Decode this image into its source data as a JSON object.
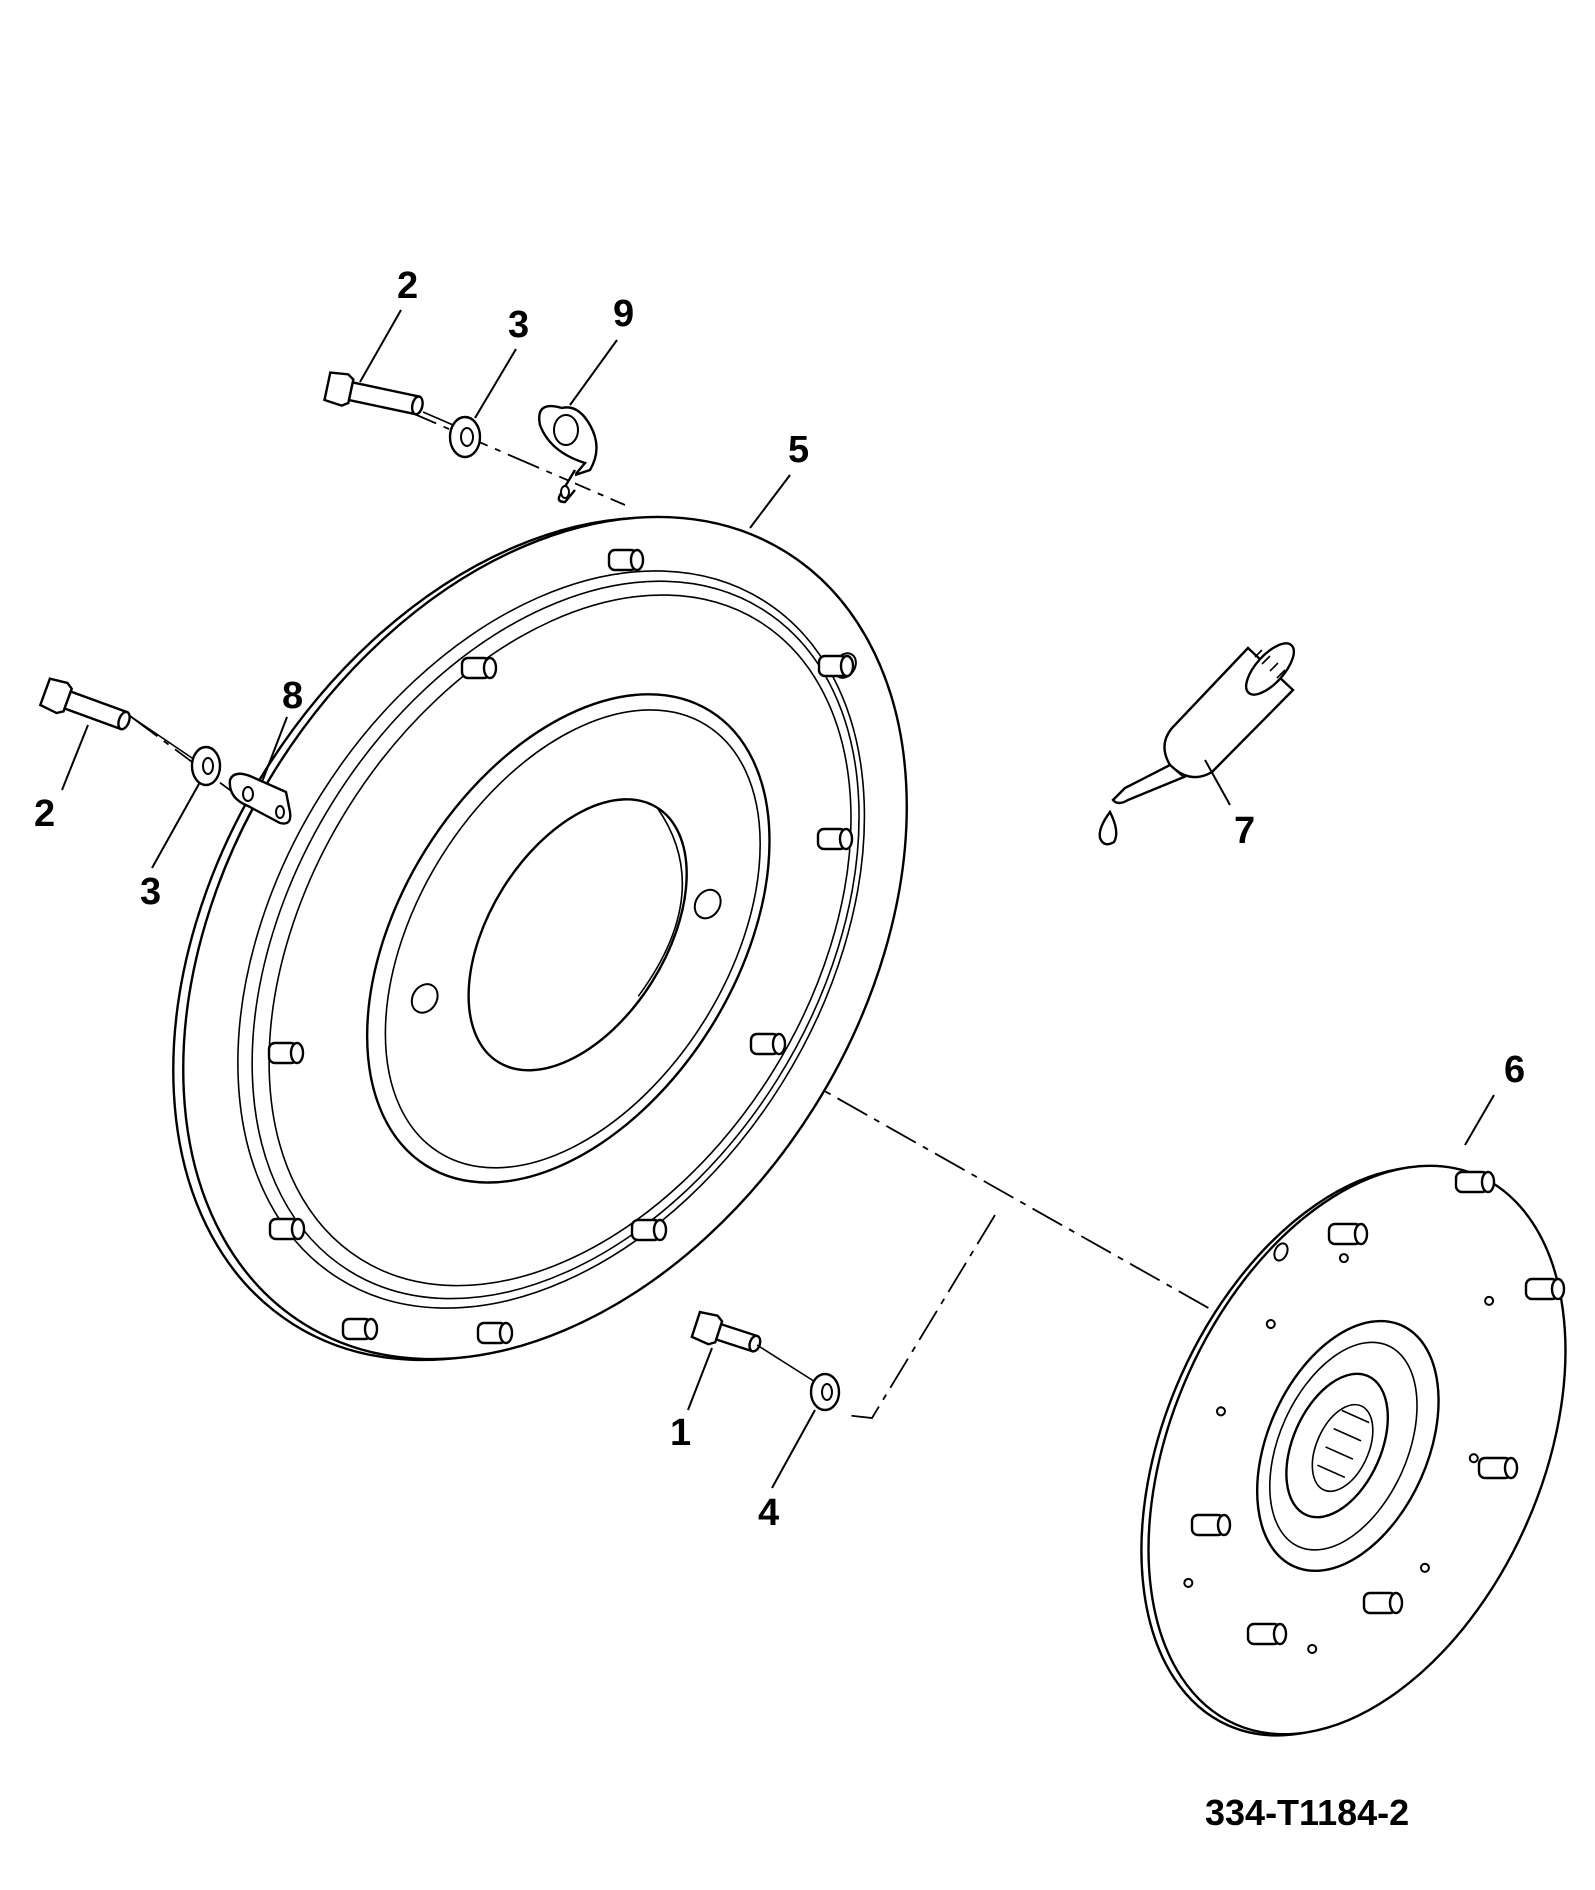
{
  "figure_number": "334-T1184-2",
  "callouts": [
    {
      "id": "c2a",
      "label": "2"
    },
    {
      "id": "c3a",
      "label": "3"
    },
    {
      "id": "c9",
      "label": "9"
    },
    {
      "id": "c5",
      "label": "5"
    },
    {
      "id": "c8",
      "label": "8"
    },
    {
      "id": "c2b",
      "label": "2"
    },
    {
      "id": "c3b",
      "label": "3"
    },
    {
      "id": "c7",
      "label": "7"
    },
    {
      "id": "c6",
      "label": "6"
    },
    {
      "id": "c1",
      "label": "1"
    },
    {
      "id": "c4",
      "label": "4"
    }
  ]
}
